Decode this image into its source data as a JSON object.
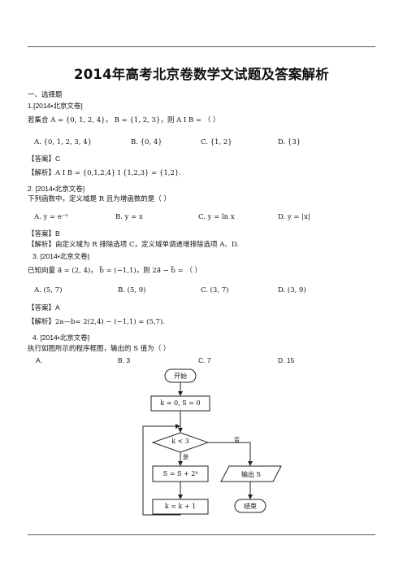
{
  "title": "2014年高考北京卷数学文试题及答案解析",
  "section": "一、选择题",
  "q1": {
    "tag": "1.[2014•北京文卷]",
    "stem": "若集合 A = {0, 1, 2, 4}， B = {1, 2, 3}，则 A I B = （      ）",
    "options": [
      "A. {0, 1, 2, 3, 4}",
      "B. {0, 4}",
      "C. {1, 2}",
      "D. {3}"
    ],
    "answer": "【答案】C",
    "analysis": "【解析】A I B = {0,1,2,4} I {1,2,3} = {1,2}."
  },
  "q2": {
    "tag": "2. [2014•北京文卷]",
    "stem": "下列函数中，定义域是 R 且为增函数的是（      ）",
    "options": [
      "A. y = e⁻ˣ",
      "B. y = x",
      "C. y = ln x",
      "D. y = |x|"
    ],
    "answer": "【答案】B",
    "analysis": "【解析】由定义域为 R 排除选项 C，定义域单调递增排除选项 A、D."
  },
  "q3": {
    "tag": "3. [2014•北京文卷]",
    "stem": "已知向量 a⃗ = (2, 4)， b⃗ = (−1,1)，则 2a⃗ − b⃗ = （      ）",
    "options": [
      "A. (5, 7)",
      "B. (5, 9)",
      "C. (3, 7)",
      "D. (3, 9)"
    ],
    "answer": "【答案】A",
    "analysis": "【解析】2a—b= 2(2,4) − (−1,1) = (5,7)."
  },
  "q4": {
    "tag": "4. [2014•北京文卷]",
    "stem": "执行如图所示的程序框图，输出的 S 值为（    ）",
    "options": [
      "A.",
      "B. 3",
      "C. 7",
      "D. 15"
    ]
  },
  "flowchart": {
    "start": "开始",
    "init": "k = 0, S = 0",
    "condition": "k < 3",
    "yes": "是",
    "no": "否",
    "update_s": "S = S + 2ᵏ",
    "update_k": "k = k + 1",
    "output": "输出 S",
    "end": "结束"
  }
}
